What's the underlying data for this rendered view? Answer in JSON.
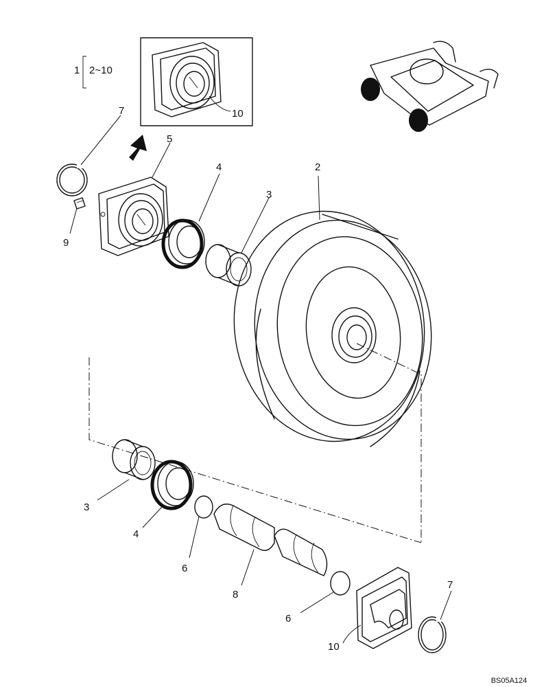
{
  "callouts": {
    "assembly_no": "1",
    "assembly_range": "2~10",
    "c7_top": "7",
    "c5": "5",
    "c4_top": "4",
    "c3_top": "3",
    "c2": "2",
    "c9": "9",
    "c10_inset": "10",
    "c3_bottom": "3",
    "c4_bottom": "4",
    "c6_left": "6",
    "c8": "8",
    "c6_right": "6",
    "c10_bottom": "10",
    "c7_bottom": "7"
  },
  "drawing_code": "BS05A124",
  "colors": {
    "line": "#111111",
    "background": "#ffffff"
  }
}
